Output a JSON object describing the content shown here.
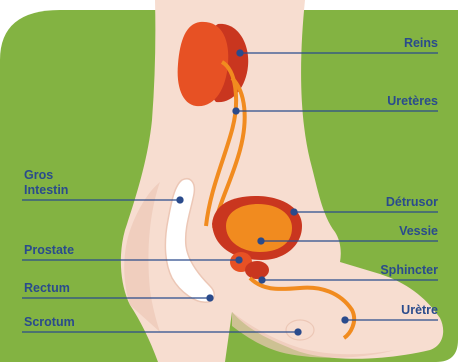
{
  "labels": {
    "reins": "Reins",
    "ureteres": "Uretères",
    "gros_intestin_line1": "Gros",
    "gros_intestin_line2": "Intestin",
    "detrusor": "Détrusor",
    "vessie": "Vessie",
    "prostate": "Prostate",
    "sphincter": "Sphincter",
    "rectum": "Rectum",
    "urethre": "Urètre",
    "scrotum": "Scrotum"
  },
  "colors": {
    "background_green": "#83b342",
    "skin": "#f7ddd0",
    "skin_shadow": "#ecc7b6",
    "organ_dark": "#c9361f",
    "organ_mid": "#e75124",
    "organ_orange": "#f18b1f",
    "intestine_white": "#ffffff",
    "leader_line": "#2a4b8c",
    "label_text": "#2a4b8c"
  }
}
